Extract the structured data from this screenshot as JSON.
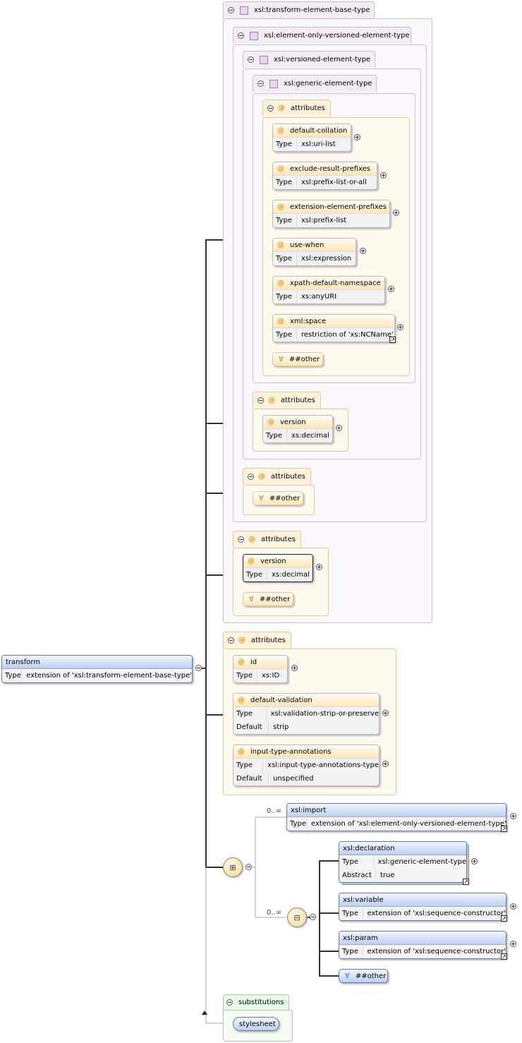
{
  "labels": {
    "attributes": "attributes",
    "type": "Type",
    "default": "Default",
    "abstract": "Abstract",
    "at": "@",
    "any_other": "##other",
    "substitutions": "substitutions"
  },
  "frames": {
    "base_type": "xsl:transform-element-base-type",
    "element_only": "xsl:element-only-versioned-element-type",
    "versioned": "xsl:versioned-element-type",
    "generic": "xsl:generic-element-type"
  },
  "generic_attributes": [
    {
      "name": "default-collation",
      "type": "xsl:uri-list"
    },
    {
      "name": "exclude-result-prefixes",
      "type": "xsl:prefix-list-or-all"
    },
    {
      "name": "extension-element-prefixes",
      "type": "xsl:prefix-list"
    },
    {
      "name": "use-when",
      "type": "xsl:expression"
    },
    {
      "name": "xpath-default-namespace",
      "type": "xs:anyURI"
    },
    {
      "name": "xml:space",
      "type": "restriction of 'xs:NCName'"
    }
  ],
  "versioned_attributes": [
    {
      "name": "version",
      "type": "xs:decimal"
    }
  ],
  "base_attributes": [
    {
      "name": "version",
      "type": "xs:decimal"
    }
  ],
  "transform_attributes": [
    {
      "name": "id",
      "type": "xs:ID"
    },
    {
      "name": "default-validation",
      "type": "xsl:validation-strip-or-preserve",
      "default": "strip"
    },
    {
      "name": "input-type-annotations",
      "type": "xsl:input-type-annotations-type",
      "default": "unspecified"
    }
  ],
  "root": {
    "name": "transform",
    "type": "extension of 'xsl:transform-element-base-type'"
  },
  "multiplicity": "0..∞",
  "children": {
    "import": {
      "name": "xsl:import",
      "type": "extension of 'xsl:element-only-versioned-element-type'"
    },
    "declaration": {
      "name": "xsl:declaration",
      "type": "xsl:generic-element-type",
      "abstract": "true"
    },
    "variable": {
      "name": "xsl:variable",
      "type": "extension of 'xsl:sequence-constructor'"
    },
    "param": {
      "name": "xsl:param",
      "type": "extension of 'xsl:sequence-constructor'"
    }
  },
  "substitution": "stylesheet",
  "colors": {
    "element": "#bcd0f0",
    "attribute": "#ffe6b8",
    "substitution": "#eaf8ea"
  }
}
